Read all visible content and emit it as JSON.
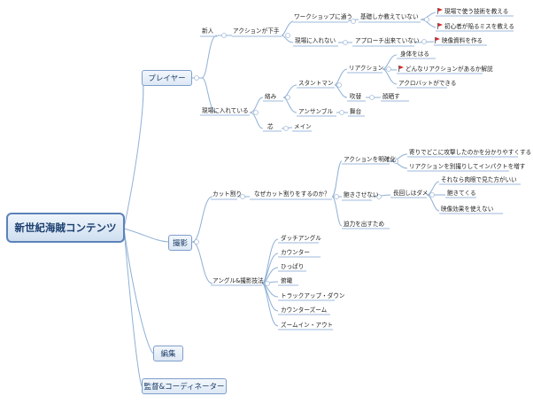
{
  "root": "新世紀海賊コンテンツ",
  "branches": {
    "player": "プレイヤー",
    "satsuei": "撮影",
    "henshu": "編集",
    "kantoku": "監督&コーディネーター"
  },
  "player": {
    "shinjin": "新人",
    "action_heta": "アクションが下手",
    "workshop": "ワークショップに通う",
    "kiso": "基礎しか教えていない",
    "genba_waza": "現場で使う技術を教える",
    "shoshinsha": "初心者が陥るミスを教える",
    "genba_hairenai": "現場に入れない",
    "approach": "アプローチ出来ていない",
    "eizo_shiryo": "映像資料を作る",
    "genba_hairete": "現場に入れている",
    "karami": "絡み",
    "stuntman": "スタントマン",
    "reaction": "リアクション",
    "karada": "身体をはる",
    "donna_reaction": "どんなリアクションがあるか解説",
    "acrobat": "アクロバットができる",
    "fukikae": "吹替",
    "shiseki": "顔晒す",
    "ensemble": "アンサンブル",
    "butai": "舞台",
    "shin": "芯",
    "main": "メイン"
  },
  "satsuei": {
    "cut_wari": "カット割り",
    "naze": "なぜカット割りをするのか？",
    "meikaku": "アクションを明確化",
    "dokoni": "寄りでどこに攻撃したのかを分かりやすくする",
    "reaction_bunkatsu": "リアクションを別撮りしてインパクトを増す",
    "akisasenai": "飽きさせない",
    "nagamawashi": "長回しはダメ",
    "sorenara": "それなら肉眼で見た方がいい",
    "akiteru": "飽きてくる",
    "eizo_koka": "映像効果を使えない",
    "hakuryoku": "迫力を出すため",
    "angle_gihou": "アングル&撮影技法",
    "angles": [
      "ダッチアングル",
      "カウンター",
      "ひっぱり",
      "俯瞰",
      "トラックアップ・ダウン",
      "カウンターズーム",
      "ズームイン・アウト"
    ]
  }
}
